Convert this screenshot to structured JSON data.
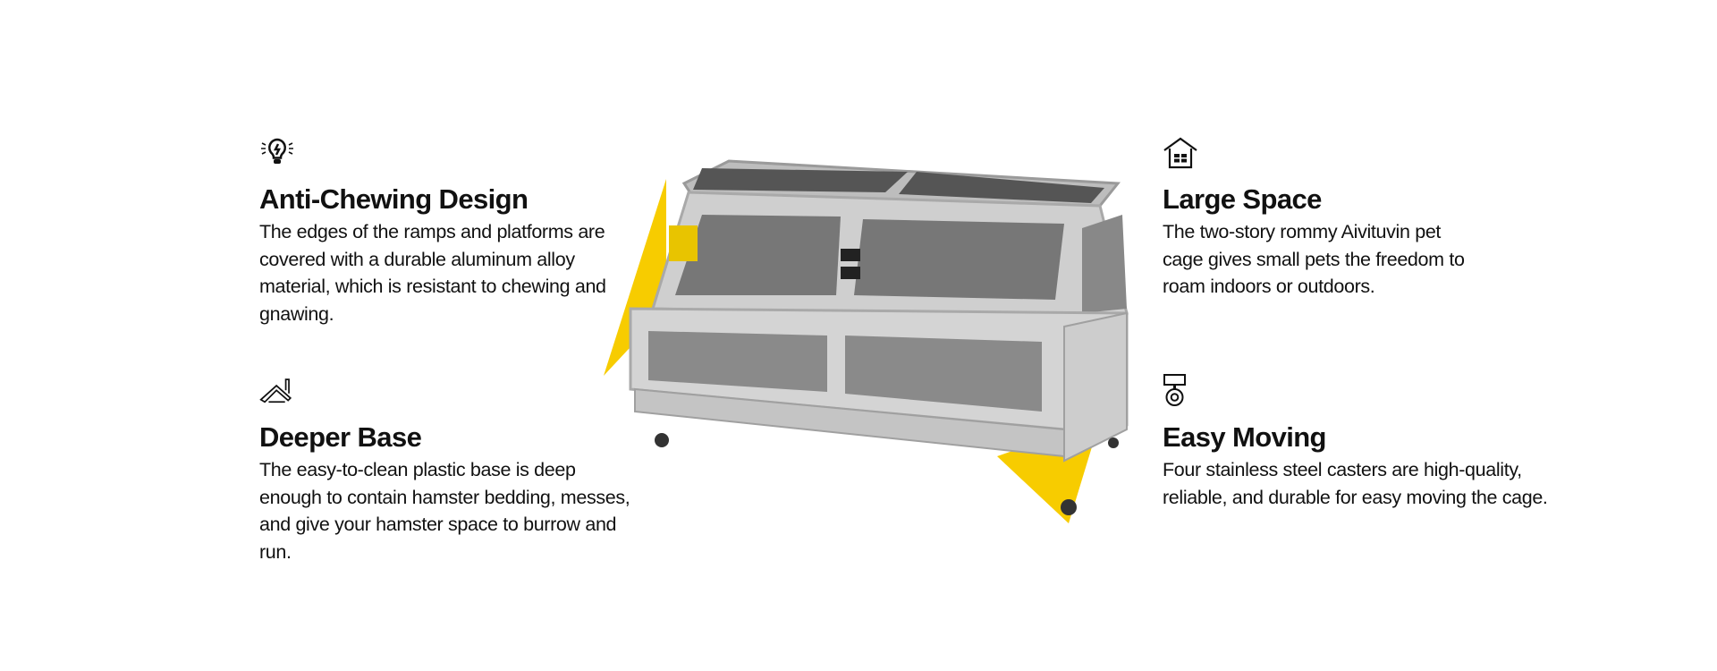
{
  "features": [
    {
      "icon": "lightbulb-icon",
      "title": "Anti-Chewing Design",
      "body": "The edges of the ramps and platforms are covered with a durable aluminum alloy material, which is resistant to chewing and gnawing."
    },
    {
      "icon": "roof-icon",
      "title": "Deeper Base",
      "body": "The easy-to-clean plastic base is deep enough to contain hamster bedding, messes, and give your hamster space to burrow and run."
    },
    {
      "icon": "house-icon",
      "title": "Large Space",
      "body": "The two-story rommy Aivituvin pet cage gives small pets the freedom to roam indoors or outdoors."
    },
    {
      "icon": "caster-wheel-icon",
      "title": "Easy Moving",
      "body": "Four stainless steel casters are high-quality, reliable, and durable for easy moving the cage."
    }
  ],
  "colors": {
    "accent": "#f7cc00",
    "cage": "#c9c9c9",
    "text": "#111111"
  }
}
